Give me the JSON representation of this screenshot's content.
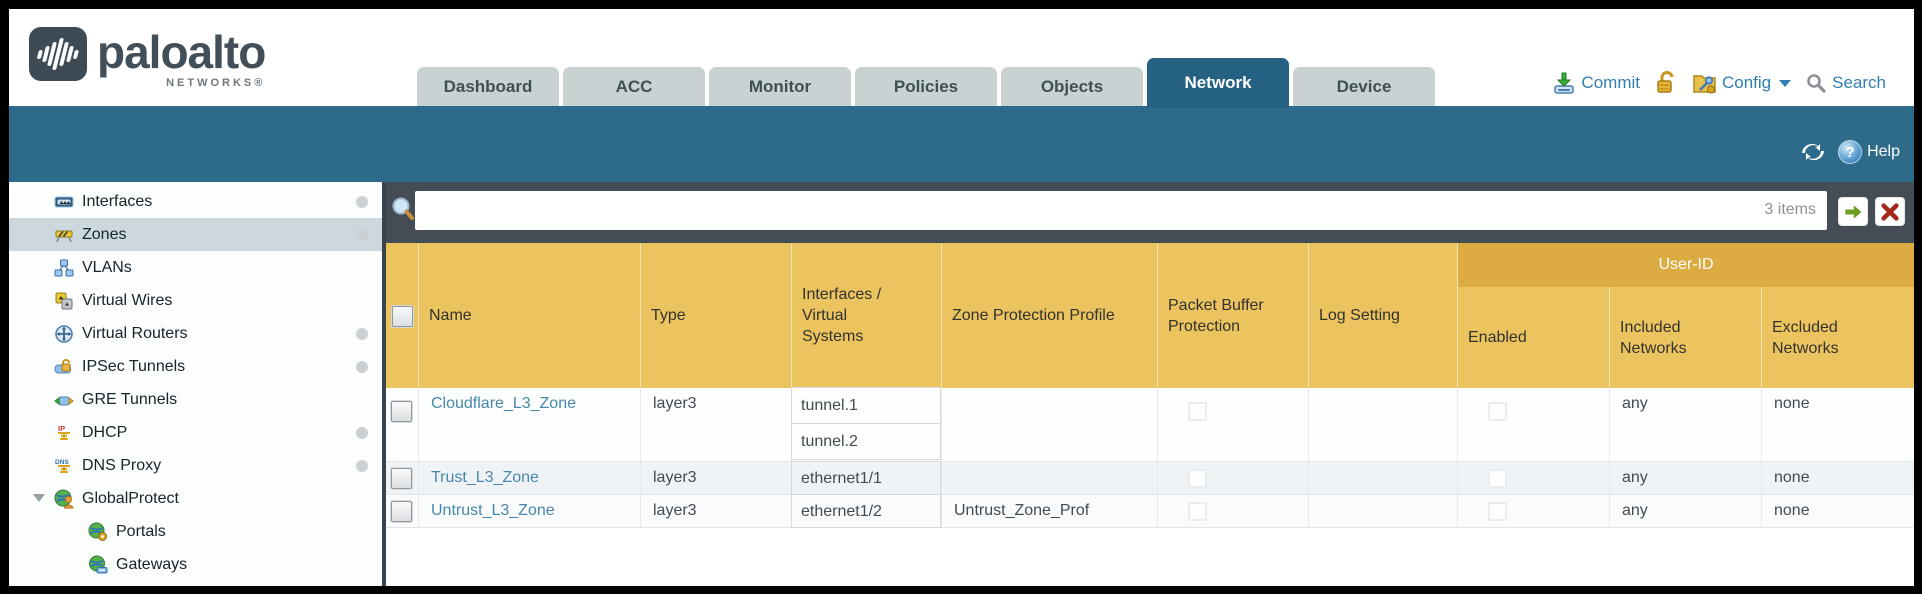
{
  "header": {
    "brand": "paloalto",
    "brand_sub": "NETWORKS®",
    "tabs": [
      {
        "label": "Dashboard",
        "active": false
      },
      {
        "label": "ACC",
        "active": false
      },
      {
        "label": "Monitor",
        "active": false
      },
      {
        "label": "Policies",
        "active": false
      },
      {
        "label": "Objects",
        "active": false
      },
      {
        "label": "Network",
        "active": true
      },
      {
        "label": "Device",
        "active": false
      }
    ],
    "actions": {
      "commit": "Commit",
      "config": "Config",
      "search": "Search"
    }
  },
  "band": {
    "help": "Help",
    "help_glyph": "?"
  },
  "sidebar": {
    "items": [
      {
        "label": "Interfaces"
      },
      {
        "label": "Zones"
      },
      {
        "label": "VLANs"
      },
      {
        "label": "Virtual Wires"
      },
      {
        "label": "Virtual Routers"
      },
      {
        "label": "IPSec Tunnels"
      },
      {
        "label": "GRE Tunnels"
      },
      {
        "label": "DHCP"
      },
      {
        "label": "DNS Proxy"
      },
      {
        "label": "GlobalProtect"
      },
      {
        "label": "Portals"
      },
      {
        "label": "Gateways"
      }
    ]
  },
  "filterbar": {
    "value": "",
    "count": "3 items"
  },
  "table": {
    "columns": [
      "Name",
      "Type",
      "Interfaces / Virtual Systems",
      "Zone Protection Profile",
      "Packet Buffer Protection",
      "Log Setting",
      "Enabled",
      "Included Networks",
      "Excluded Networks"
    ],
    "user_id_group": "User-ID",
    "rows": [
      {
        "name": "Cloudflare_L3_Zone",
        "type": "layer3",
        "interfaces": [
          "tunnel.1",
          "tunnel.2"
        ],
        "zone_protection_profile": "",
        "log_setting": "",
        "included_networks": "any",
        "excluded_networks": "none"
      },
      {
        "name": "Trust_L3_Zone",
        "type": "layer3",
        "interfaces": [
          "ethernet1/1"
        ],
        "zone_protection_profile": "",
        "log_setting": "",
        "included_networks": "any",
        "excluded_networks": "none"
      },
      {
        "name": "Untrust_L3_Zone",
        "type": "layer3",
        "interfaces": [
          "ethernet1/2"
        ],
        "zone_protection_profile": "Untrust_Zone_Prof",
        "log_setting": "",
        "included_networks": "any",
        "excluded_networks": "none"
      }
    ]
  },
  "colors": {
    "band_teal": "#2e6a8a",
    "active_tab": "#256182",
    "inactive_tab": "#c8d2d3",
    "header_amber": "#ecc45f",
    "user_id_amber": "#dcab42",
    "filter_strip": "#444d55",
    "link_blue": "#4788aa",
    "toolbar_blue": "#2f7fb0",
    "selected_nav": "#cdd7de"
  }
}
